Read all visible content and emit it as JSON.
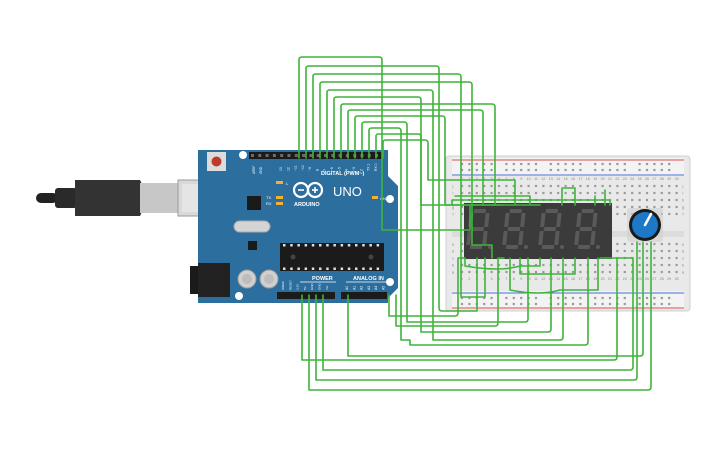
{
  "board": {
    "model": "UNO",
    "brand": "ARDUINO",
    "digital_label": "DIGITAL (PWM~)",
    "power_label": "POWER",
    "analog_label": "ANALOG IN",
    "tx_label": "TX",
    "rx_label": "RX",
    "l_label": "L",
    "on_label": "ON",
    "aref_label": "AREF",
    "gnd_label": "GND",
    "digital_pins": [
      "13",
      "12",
      "~11",
      "~10",
      "~9",
      "8",
      "7",
      "~6",
      "~5",
      "4",
      "~3",
      "2",
      "TX 1",
      "RX 0"
    ],
    "power_pins": [
      "IOREF",
      "RESET",
      "3.3V",
      "5V",
      "GND",
      "GND",
      "Vin"
    ],
    "analog_pins": [
      "A0",
      "A1",
      "A2",
      "A3",
      "A4",
      "A5"
    ]
  },
  "breadboard": {
    "row_letters_top": [
      "j",
      "i",
      "h",
      "g",
      "f"
    ],
    "row_letters_bottom": [
      "e",
      "d",
      "c",
      "b",
      "a"
    ],
    "col_numbers": [
      "1",
      "2",
      "3",
      "4",
      "5",
      "6",
      "7",
      "8",
      "9",
      "10",
      "11",
      "12",
      "13",
      "14",
      "15",
      "16",
      "17",
      "18",
      "19",
      "20",
      "21",
      "22",
      "23",
      "24",
      "25",
      "26",
      "27",
      "28",
      "29",
      "30"
    ]
  },
  "display": {
    "digits": [
      "8",
      "8",
      "8",
      "8"
    ]
  },
  "colors": {
    "wire": "#3fb43a",
    "board": "#2c6e9e",
    "board_dark": "#1f557c",
    "breadboard": "#ececec",
    "display": "#3b3b3b",
    "segment": "#5a5a5a",
    "pot": "#1d78c7"
  }
}
